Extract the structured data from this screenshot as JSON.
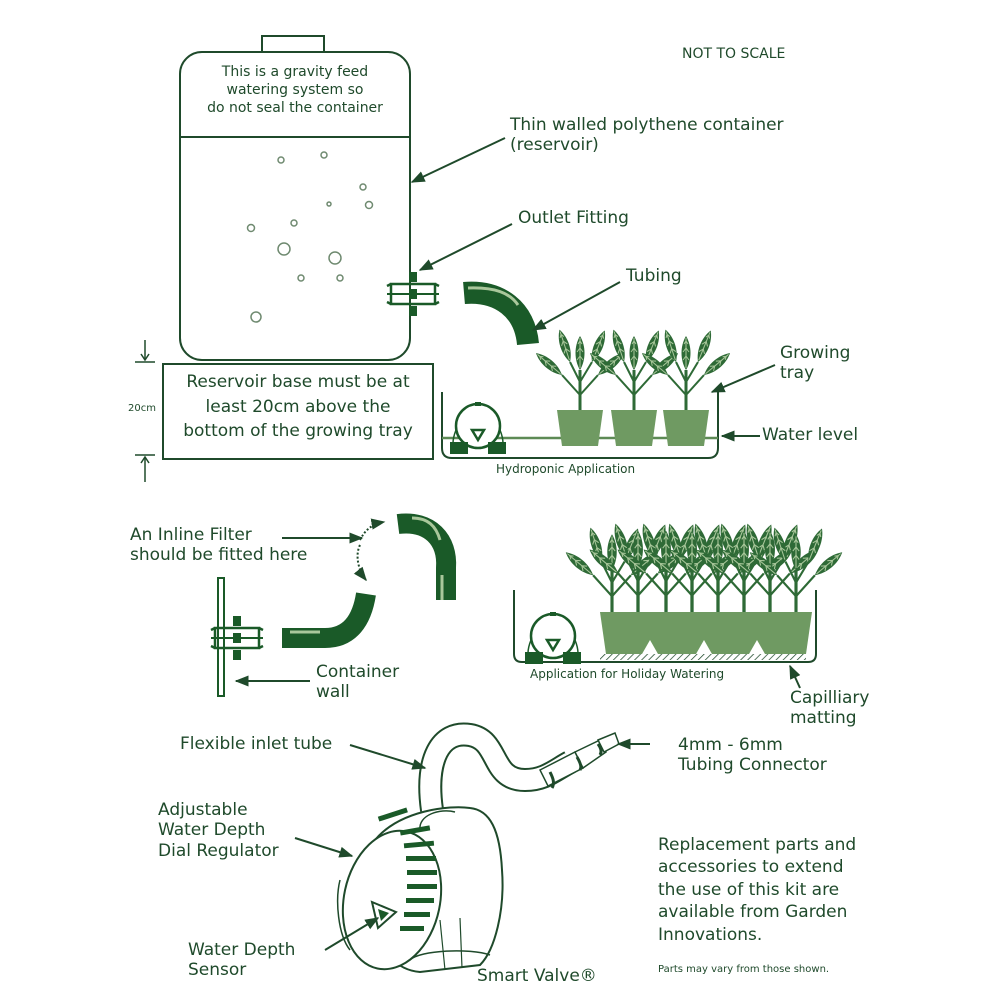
{
  "colors": {
    "ink": "#1f4a2b",
    "dark_green": "#1a5a28",
    "mid_green": "#5d8a55",
    "pot_green": "#6f9a62",
    "light_green": "#a9c79b"
  },
  "header": {
    "scale_note": "NOT TO SCALE"
  },
  "reservoir": {
    "cap_note": [
      "This is a gravity feed",
      "watering system so",
      "do not seal the container"
    ],
    "container_label": [
      "Thin walled polythene container",
      "(reservoir)"
    ],
    "outlet_label": "Outlet Fitting",
    "tubing_label": "Tubing",
    "base_note": [
      "Reservoir base must be at",
      "least 20cm above the",
      "bottom of the growing tray"
    ],
    "height_marker": "20cm"
  },
  "hydroponic": {
    "growing_tray_label": [
      "Growing",
      "tray"
    ],
    "water_level_label": "Water level",
    "caption": "Hydroponic Application"
  },
  "filter_detail": {
    "filter_label": [
      "An Inline Filter",
      "should be fitted here"
    ],
    "wall_label": [
      "Container",
      "wall"
    ]
  },
  "holiday": {
    "caption": "Application for Holiday Watering",
    "matting_label": [
      "Capilliary",
      "matting"
    ]
  },
  "smart_valve": {
    "inlet_label": "Flexible inlet tube",
    "connector_label": [
      "4mm - 6mm",
      "Tubing Connector"
    ],
    "dial_label": [
      "Adjustable",
      "Water Depth",
      "Dial Regulator"
    ],
    "sensor_label": [
      "Water Depth",
      "Sensor"
    ],
    "product_name": "Smart Valve®"
  },
  "footer": {
    "replacement_note": [
      "Replacement parts and",
      "accessories to extend",
      "the use of this kit are",
      "available from Garden",
      "Innovations."
    ],
    "disclaimer": "Parts may vary from those shown."
  }
}
